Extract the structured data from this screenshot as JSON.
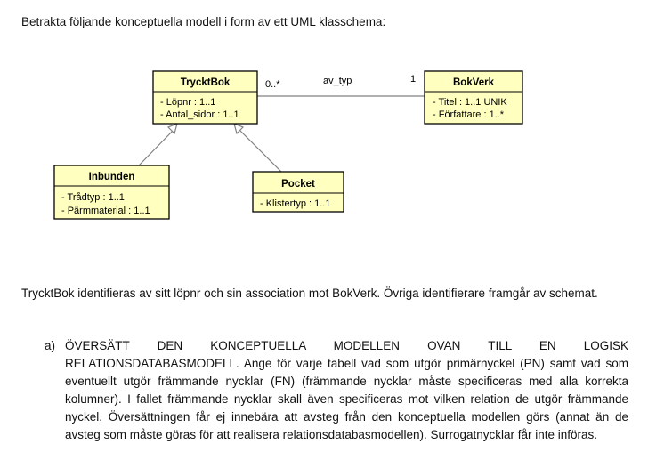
{
  "intro": "Betrakta följande konceptuella modell i form av ett UML klasschema:",
  "diagram": {
    "classes": [
      {
        "key": "trycktbok",
        "name": "TrycktBok",
        "attributes": [
          "- Löpnr : 1..1",
          "- Antal_sidor : 1..1"
        ]
      },
      {
        "key": "bokverk",
        "name": "BokVerk",
        "attributes": [
          "- Titel : 1..1 UNIK",
          "- Författare : 1..*"
        ]
      },
      {
        "key": "inbunden",
        "name": "Inbunden",
        "attributes": [
          "- Trådtyp : 1..1",
          "- Pärmmaterial : 1..1"
        ]
      },
      {
        "key": "pocket",
        "name": "Pocket",
        "attributes": [
          "- Klistertyp : 1..1"
        ]
      }
    ],
    "association": {
      "name": "av_typ",
      "mult_left": "0..*",
      "mult_right": "1"
    },
    "colors": {
      "class_fill": "#FFFFC0",
      "border": "#000000",
      "line": "#808080"
    }
  },
  "identification": "TrycktBok identifieras av sitt löpnr och sin association mot BokVerk. Övriga identifierare framgår av schemat.",
  "task": {
    "letter": "a)",
    "text": "ÖVERSÄTT DEN KONCEPTUELLA MODELLEN OVAN TILL EN LOGISK RELATIONSDATABASMODELL. Ange för varje tabell vad som utgör primärnyckel (PN) samt vad som eventuellt utgör främmande nycklar (FN) (främmande nycklar måste specificeras med alla korrekta kolumner). I fallet främmande nycklar skall även specificeras mot vilken relation de utgör främmande nyckel. Översättningen får ej innebära att avsteg från den konceptuella modellen görs (annat än de avsteg som måste göras för att realisera relationsdatabasmodellen). Surrogatnycklar får inte införas."
  }
}
